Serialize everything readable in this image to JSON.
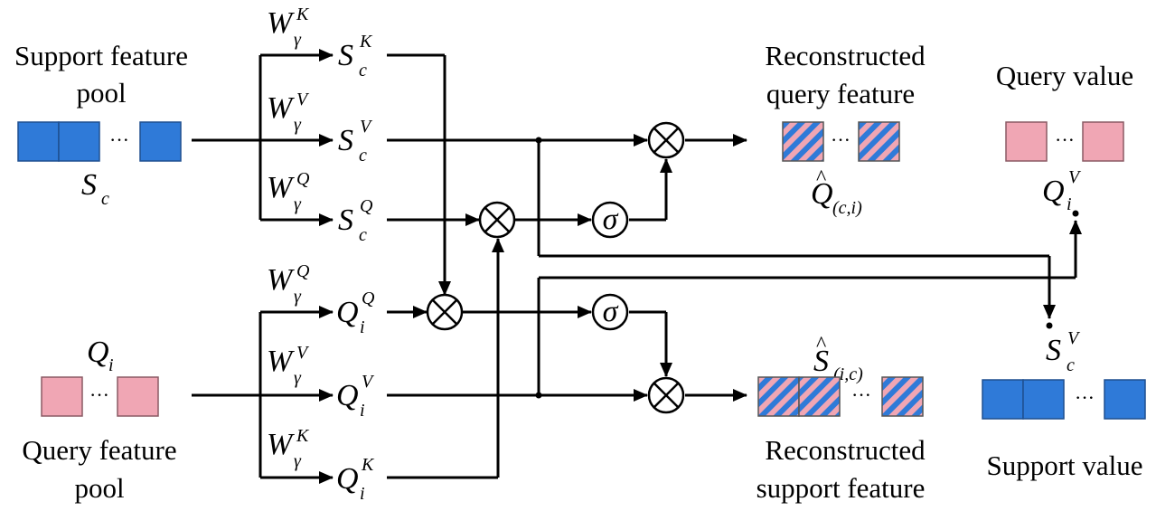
{
  "labels": {
    "support_pool_line1": "Support feature",
    "support_pool_line2": "pool",
    "query_pool_line1": "Query feature",
    "query_pool_line2": "pool",
    "recon_query_line1": "Reconstructed",
    "recon_query_line2": "query feature",
    "recon_support_line1": "Reconstructed",
    "recon_support_line2": "support feature",
    "query_value": "Query value",
    "support_value": "Support value"
  },
  "symbols": {
    "S": "S",
    "Q": "Q",
    "W": "W",
    "sub_c": "c",
    "sub_i": "i",
    "sub_gamma": "γ",
    "sup_K": "K",
    "sup_V": "V",
    "sup_Q": "Q",
    "sub_ci": "(c,i)",
    "sub_ic": "(i,c)",
    "sigma": "σ",
    "dots": "···"
  },
  "colors": {
    "support_blue": "#2f7ad8",
    "query_pink": "#f0a6b4"
  }
}
